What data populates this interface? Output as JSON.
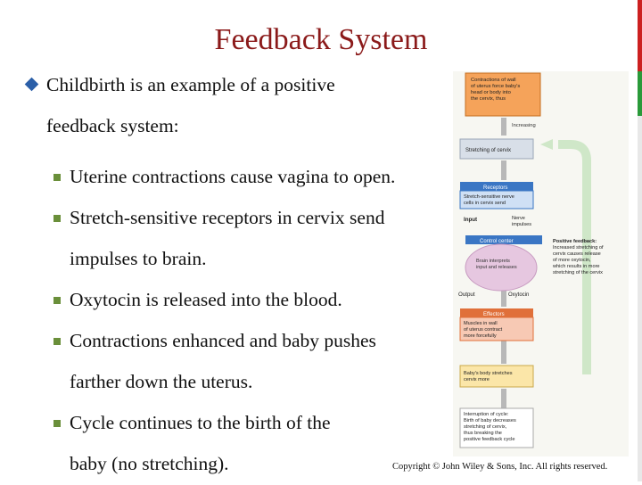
{
  "title": "Feedback System",
  "main_bullet": {
    "line1": "Childbirth is an example of a positive",
    "line2": "feedback system:"
  },
  "sub_bullets": [
    {
      "lines": [
        "Uterine contractions cause vagina to open."
      ]
    },
    {
      "lines": [
        "Stretch-sensitive receptors in cervix send",
        "impulses to brain."
      ]
    },
    {
      "lines": [
        "Oxytocin is released into the blood."
      ]
    },
    {
      "lines": [
        "Contractions enhanced and baby pushes",
        "farther down the uterus."
      ]
    },
    {
      "lines": [
        "Cycle continues to the birth of the",
        "baby (no stretching)."
      ]
    }
  ],
  "diagram": {
    "box1": [
      "Contractions of wall",
      "of uterus force baby's",
      "head or body into",
      "the cervix, thus"
    ],
    "increasing": "Increasing",
    "box2": "Stretching of cervix",
    "receptors_header": "Receptors",
    "receptors_body": [
      "Stretch-sensitive nerve",
      "cells in cervix send"
    ],
    "input": "Input",
    "nerve_impulses": [
      "Nerve",
      "impulses"
    ],
    "control_header": "Control center",
    "control_body": [
      "Brain interprets",
      "input and releases"
    ],
    "output": "Output",
    "oxytocin": "Oxytocin",
    "effectors_header": "Effectors",
    "effectors_body": [
      "Muscles in wall",
      "of uterus contract",
      "more forcefully"
    ],
    "box_baby": [
      "Baby's body stretches",
      "cervix more"
    ],
    "positive_feedback": [
      "Positive feedback:",
      "Increased stretching of",
      "cervix causes release",
      "of more oxytocin,",
      "which results in more",
      "stretching of the cervix"
    ],
    "interruption": [
      "Interruption of cycle:",
      "Birth of baby decreases",
      "stretching of cervix,",
      "thus breaking the",
      "positive feedback cycle"
    ]
  },
  "copyright": "Copyright © John Wiley & Sons, Inc. All rights reserved."
}
